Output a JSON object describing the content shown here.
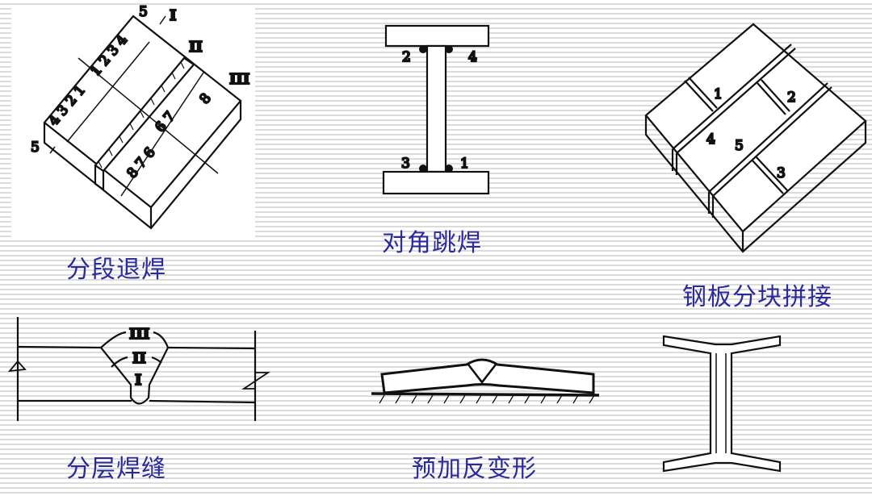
{
  "title": "焊接变形控制方法",
  "colors": {
    "label": "#2a2a9a",
    "line": "#111111"
  },
  "figures": [
    {
      "label": "分段退焊",
      "marks": {
        "passes": [
          "I",
          "II",
          "III"
        ],
        "thickness": "5",
        "sequence_a": [
          "4",
          "3",
          "2",
          "1",
          "1",
          "2",
          "3",
          "4"
        ],
        "sequence_b": [
          "6",
          "7",
          "8",
          "6",
          "7",
          "8"
        ]
      }
    },
    {
      "label": "对角跳焊",
      "marks": [
        "2",
        "4",
        "3",
        "1"
      ]
    },
    {
      "label": "钢板分块拼接",
      "marks": [
        "1",
        "2",
        "4",
        "5",
        "3"
      ]
    },
    {
      "label": "分层焊缝",
      "marks": [
        "III",
        "II",
        "I"
      ]
    },
    {
      "label": "预加反变形"
    },
    {
      "label": ""
    }
  ]
}
